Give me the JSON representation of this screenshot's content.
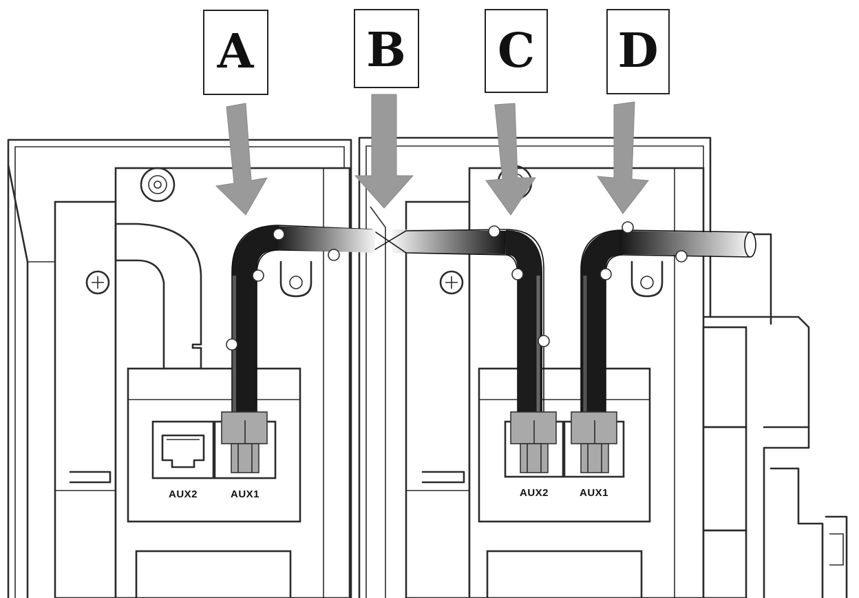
{
  "callouts": [
    {
      "id": "A",
      "label": "A"
    },
    {
      "id": "B",
      "label": "B"
    },
    {
      "id": "C",
      "label": "C"
    },
    {
      "id": "D",
      "label": "D"
    }
  ],
  "modules": [
    {
      "id": "left",
      "ports": [
        {
          "label": "AUX2"
        },
        {
          "label": "AUX1"
        }
      ]
    },
    {
      "id": "right",
      "ports": [
        {
          "label": "AUX2"
        },
        {
          "label": "AUX1"
        }
      ]
    }
  ],
  "colors": {
    "arrow": "#9a9a9a",
    "plug": "#a9a9a9",
    "cable_dark": "#111111",
    "cable_light": "#f2f2f2",
    "line": "#2b2b2b"
  }
}
